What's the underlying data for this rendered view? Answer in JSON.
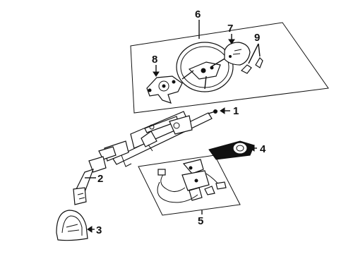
{
  "diagram": {
    "callouts": [
      {
        "id": "1",
        "label": "1"
      },
      {
        "id": "2",
        "label": "2"
      },
      {
        "id": "3",
        "label": "3"
      },
      {
        "id": "4",
        "label": "4"
      },
      {
        "id": "5",
        "label": "5"
      },
      {
        "id": "6",
        "label": "6"
      },
      {
        "id": "7",
        "label": "7"
      },
      {
        "id": "8",
        "label": "8"
      },
      {
        "id": "9",
        "label": "9"
      }
    ],
    "parts": [
      "steering-column",
      "intermediate-shaft",
      "column-cover",
      "lock-cylinder",
      "ignition-switch-wiring",
      "steering-wheel",
      "horn-pad",
      "wheel-hub-pad",
      "horn-contacts"
    ]
  }
}
